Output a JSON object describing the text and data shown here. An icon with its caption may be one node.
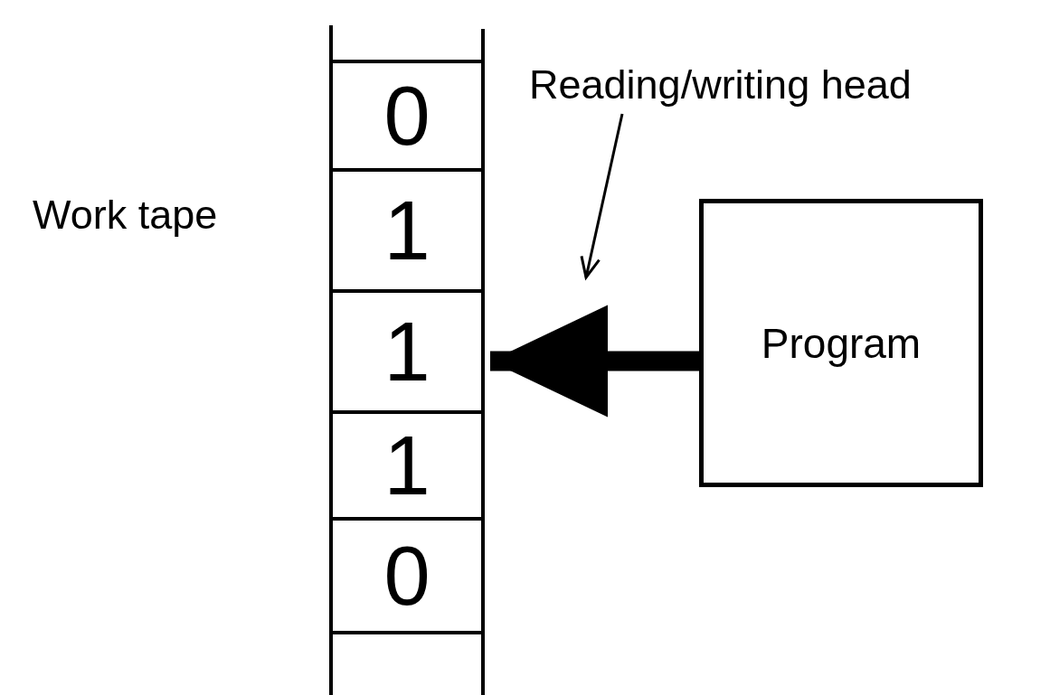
{
  "diagram": {
    "nodes": [
      {
        "text": [
          "0"
        ]
      },
      {
        "text": [
          "1"
        ]
      },
      {
        "text": [
          "1"
        ]
      },
      {
        "text": [
          "1"
        ]
      },
      {
        "text": [
          "0"
        ]
      },
      {
        "text": [
          "Program"
        ]
      },
      {
        "text": [
          "Reading/writing head"
        ]
      }
    ],
    "edges": [
      {
        "from": 5,
        "to": 2,
        "arrow": "to",
        "style": "thick"
      },
      {
        "from": 6,
        "to": null,
        "arrow": "to"
      }
    ],
    "labels": [
      "Work tape"
    ]
  }
}
